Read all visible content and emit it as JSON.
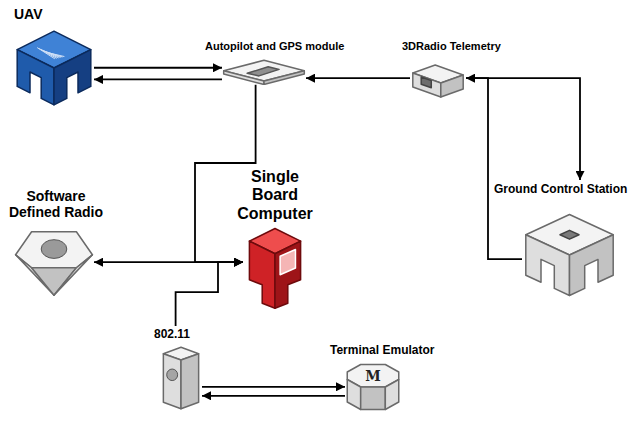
{
  "diagram": {
    "nodes": [
      {
        "text": [
          "UAV"
        ]
      },
      {
        "text": [
          "Autopilot and GPS module"
        ]
      },
      {
        "text": [
          "3DRadio Telemetry"
        ]
      },
      {
        "text": [
          "Software Defined Radio"
        ]
      },
      {
        "text": [
          "Single Board Computer"
        ]
      },
      {
        "text": [
          "Ground Control Station"
        ]
      },
      {
        "text": [
          "802.11"
        ]
      },
      {
        "text": [
          "Terminal Emulator"
        ]
      }
    ],
    "edges": [
      {
        "from": 0,
        "to": 1,
        "arrow": "to"
      },
      {
        "from": 1,
        "to": 0,
        "arrow": "to"
      },
      {
        "from": 2,
        "to": 1,
        "arrow": "to"
      },
      {
        "from": 2,
        "to": 5,
        "arrow": "both"
      },
      {
        "from": 5,
        "to": 2,
        "arrow": "none"
      },
      {
        "from": 3,
        "to": 4,
        "arrow": "both"
      },
      {
        "from": 1,
        "to": 4,
        "arrow": "to"
      },
      {
        "from": 6,
        "to": 4,
        "arrow": "to"
      },
      {
        "from": 6,
        "to": 7,
        "arrow": "to"
      },
      {
        "from": 7,
        "to": 6,
        "arrow": "to"
      }
    ],
    "labels": [
      "M"
    ]
  }
}
